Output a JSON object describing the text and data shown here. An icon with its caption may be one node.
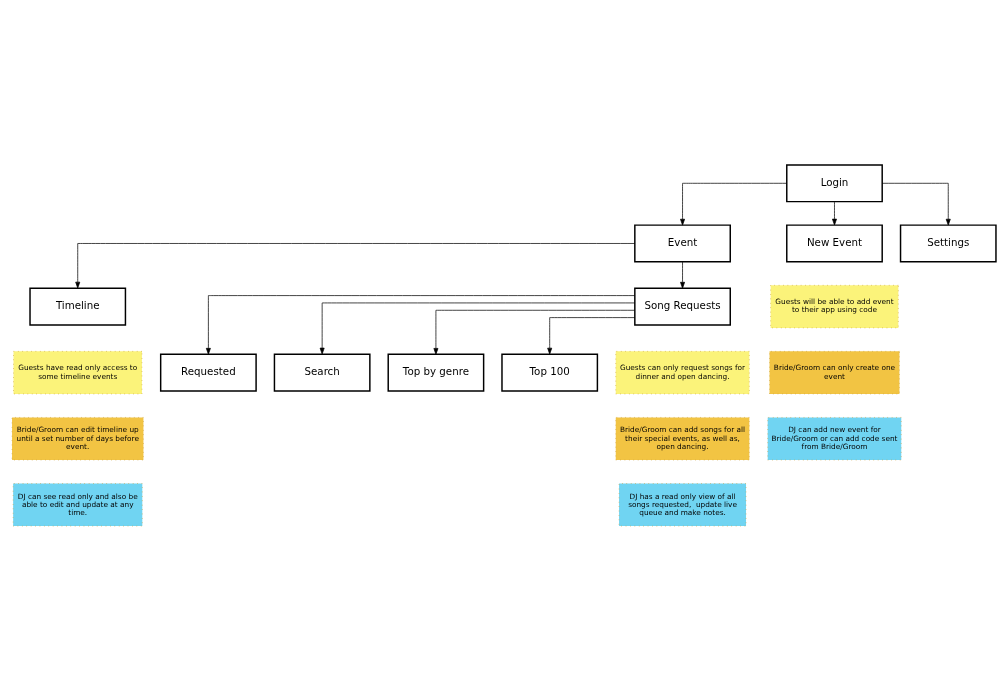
{
  "diagram": {
    "nodes": [
      {
        "text": [
          "Login"
        ]
      },
      {
        "text": [
          "Event"
        ]
      },
      {
        "text": [
          "New Event"
        ]
      },
      {
        "text": [
          "Settings"
        ]
      },
      {
        "text": [
          "Timeline"
        ]
      },
      {
        "text": [
          "Song Requests"
        ]
      },
      {
        "text": [
          "Requested"
        ]
      },
      {
        "text": [
          "Search"
        ]
      },
      {
        "text": [
          "Top by genre"
        ]
      },
      {
        "text": [
          "Top 100"
        ]
      },
      {
        "text": [
          "Guests have read only access to some timeline events"
        ]
      },
      {
        "text": [
          "Bride/Groom can edit timeline up until a set number of days before event."
        ]
      },
      {
        "text": [
          "DJ can see read only and also be able to edit and update at any time."
        ]
      },
      {
        "text": [
          "Guests can only request songs for dinner and open dancing."
        ]
      },
      {
        "text": [
          "Bride/Groom can add songs for all their special events, as well as, open dancing."
        ]
      },
      {
        "text": [
          "DJ has a read only view of all songs requested,  update live queue and make notes."
        ]
      },
      {
        "text": [
          "Guests will be able to add event to their app using code"
        ]
      },
      {
        "text": [
          "Bride/Groom can only create one event"
        ]
      },
      {
        "text": [
          "DJ can add new event for Bride/Groom or can add code sent from Bride/Groom"
        ]
      }
    ],
    "edges": [
      {
        "from": 0,
        "to": 1,
        "arrow": "to"
      },
      {
        "from": 0,
        "to": 2,
        "arrow": "to"
      },
      {
        "from": 0,
        "to": 3,
        "arrow": "to"
      },
      {
        "from": 1,
        "to": 4,
        "arrow": "to"
      },
      {
        "from": 1,
        "to": 5,
        "arrow": "to"
      },
      {
        "from": 5,
        "to": 6,
        "arrow": "to"
      },
      {
        "from": 5,
        "to": 7,
        "arrow": "to"
      },
      {
        "from": 5,
        "to": 8,
        "arrow": "to"
      },
      {
        "from": 5,
        "to": 9,
        "arrow": "to"
      }
    ]
  }
}
